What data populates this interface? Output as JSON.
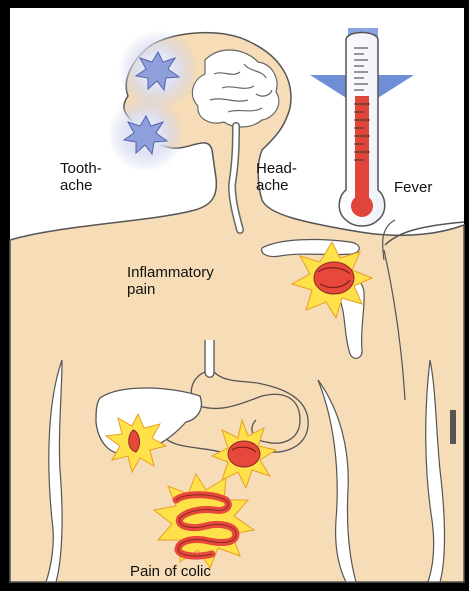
{
  "labels": {
    "toothache_line1": "Tooth-",
    "toothache_line2": "ache",
    "headache_line1": "Head-",
    "headache_line2": "ache",
    "fever": "Fever",
    "inflammatory_line1": "Inflammatory",
    "inflammatory_line2": "pain",
    "colic": "Pain of colic"
  },
  "colors": {
    "frame": "#000000",
    "background": "#ffffff",
    "skin": "#f6dcb7",
    "outline": "#555555",
    "pain_red": "#e8483c",
    "pain_yellow": "#ffe14a",
    "nerve_glow": "#c8cde9",
    "thermometer_blue": "#6e8fd6",
    "mercury_red": "#e0453a"
  }
}
